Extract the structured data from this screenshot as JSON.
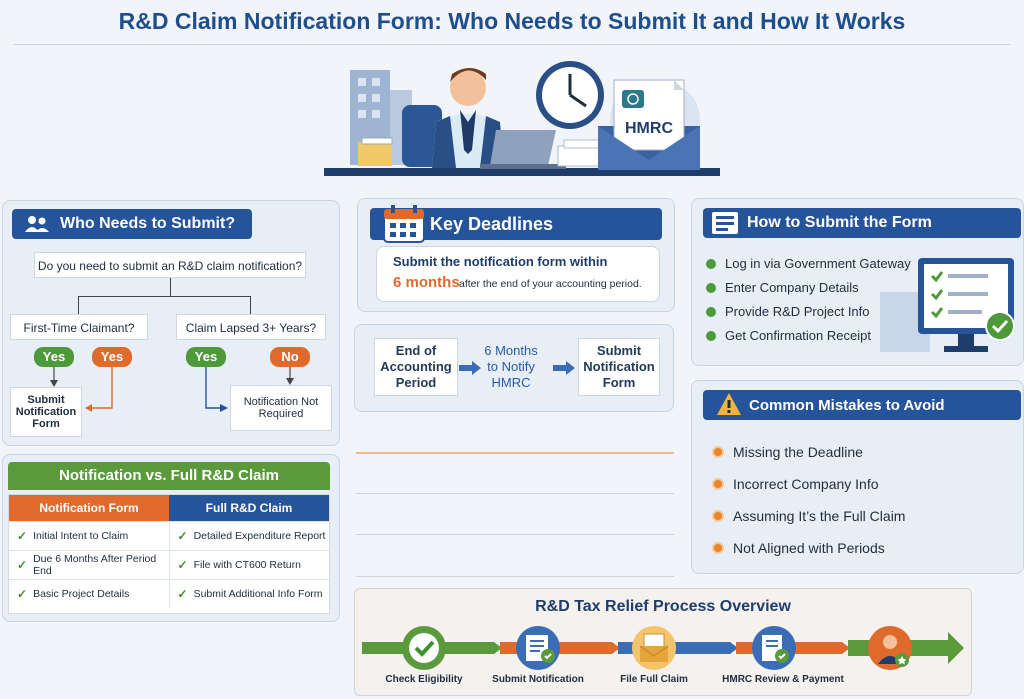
{
  "title": "R&D Claim Notification Form: Who Needs to Submit It and How It Works",
  "hero": {
    "envelope_label": "HMRC"
  },
  "who": {
    "header": "Who Needs to Submit?",
    "question": "Do you need to submit an R&D claim notification?",
    "left_q": "First-Time Claimant?",
    "right_q": "Claim Lapsed 3+ Years?",
    "yes1": "Yes",
    "yes2": "Yes",
    "yes3": "Yes",
    "no": "No",
    "result_left": "Submit Notification Form",
    "result_right": "Notification Not Required"
  },
  "deadlines": {
    "header": "Key Deadlines",
    "line1": "Submit the notification form within",
    "months": "6 months",
    "line2": "after the end of your accounting period.",
    "flow": [
      "End of Accounting Period",
      "6 Months to Notify HMRC",
      "Submit Notification Form"
    ]
  },
  "how": {
    "header": "How to Submit the Form",
    "steps": [
      "Log in via Government Gateway",
      "Enter Company Details",
      "Provide R&D Project Info",
      "Get Confirmation Receipt"
    ]
  },
  "mistakes": {
    "header": "Common Mistakes to Avoid",
    "items": [
      "Missing the Deadline",
      "Incorrect Company Info",
      "Assuming It’s the Full Claim",
      "Not Aligned with Periods"
    ]
  },
  "comparison": {
    "header": "Notification vs. Full R&D Claim",
    "col1": "Notification Form",
    "col2": "Full R&D Claim",
    "rows": [
      [
        "Initial Intent to Claim",
        "Detailed Expenditure Report"
      ],
      [
        "Due 6 Months After Period End",
        "File with CT600 Return"
      ],
      [
        "Basic Project Details",
        "Submit Additional Info Form"
      ]
    ]
  },
  "process": {
    "header": "R&D Tax Relief Process Overview",
    "steps": [
      "Check Eligibility",
      "Submit Notification",
      "File Full Claim",
      "HMRC Review & Payment"
    ]
  },
  "colors": {
    "navy": "#26549a",
    "green": "#4e9a3a",
    "orange": "#e06a2c"
  }
}
